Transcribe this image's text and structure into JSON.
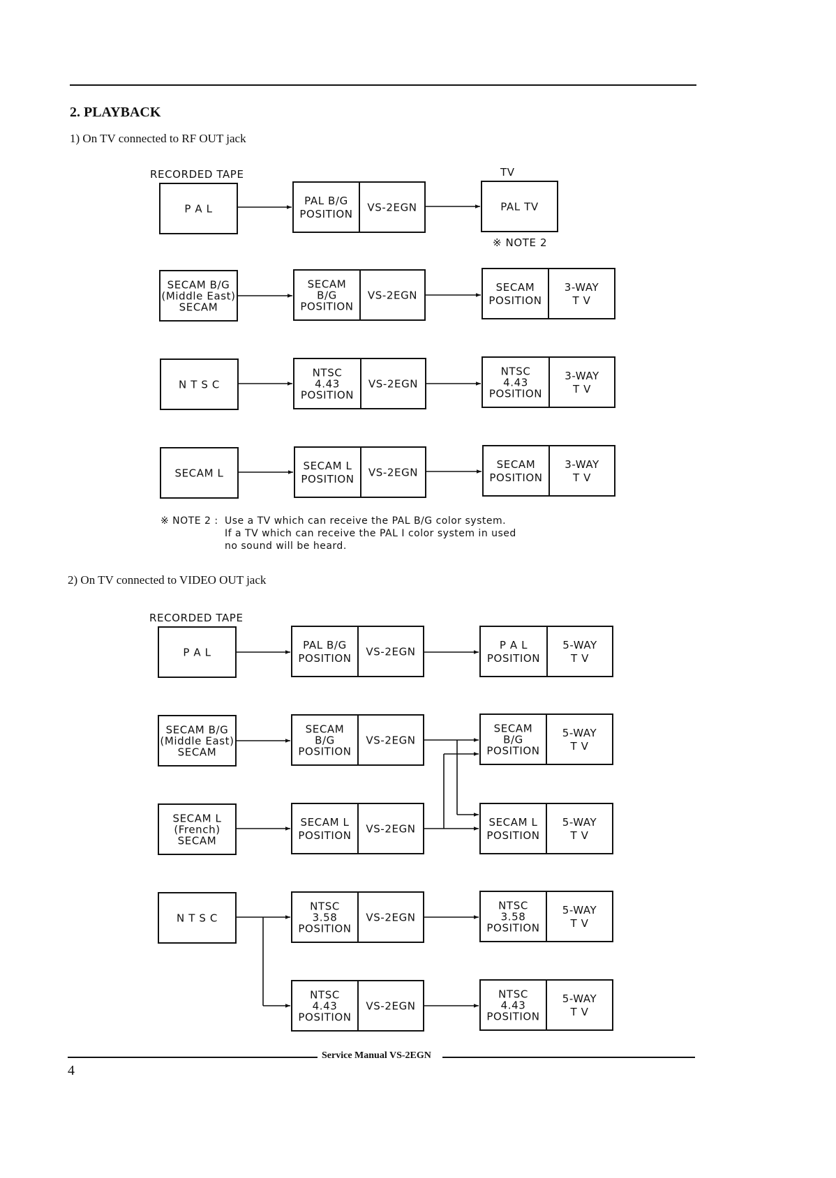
{
  "section_title": "2. PLAYBACK",
  "subsection_1": "1) On TV connected to RF OUT jack",
  "subsection_2": "2) On TV connected to VIDEO OUT jack",
  "labels": {
    "recorded_tape": "RECORDED TAPE",
    "tv": "TV",
    "note_ref": "※ NOTE 2"
  },
  "note": {
    "prefix": "※ NOTE 2 :",
    "lines": [
      "Use a TV which can receive the PAL B/G color system.",
      "If a TV which can receive the PAL I color system in used",
      "no sound will be heard."
    ]
  },
  "boxes": {
    "pal": [
      "P A L"
    ],
    "pal2": [
      "P A L"
    ],
    "secam_bg_src": [
      "SECAM B/G",
      "Middle East",
      "SECAM"
    ],
    "ntsc": [
      "N T S C"
    ],
    "ntsc2": [
      "N T S C"
    ],
    "secam_l": [
      "SECAM L"
    ],
    "secam_l_fr": [
      "SECAM L",
      "French",
      "SECAM"
    ],
    "pos_pal_bg": [
      "PAL B/G",
      "POSITION"
    ],
    "pos_secam_bg": [
      "SECAM",
      "B/G",
      "POSITION"
    ],
    "pos_ntsc443": [
      "NTSC",
      "4.43",
      "POSITION"
    ],
    "pos_ntsc358": [
      "NTSC",
      "3.58",
      "POSITION"
    ],
    "pos_secam_l": [
      "SECAM L",
      "POSITION"
    ],
    "vcr": [
      "VS-2EGN"
    ],
    "pal_tv": [
      "PAL  TV"
    ],
    "tv_secam_pos": [
      "SECAM",
      "POSITION"
    ],
    "tv_pal_pos": [
      "P A L",
      "POSITION"
    ],
    "tv_secam_bg_pos": [
      "SECAM",
      "B/G",
      "POSITION"
    ],
    "tv_secam_l_pos": [
      "SECAM L",
      "POSITION"
    ],
    "tv_ntsc358_pos": [
      "NTSC",
      "3.58",
      "POSITION"
    ],
    "tv_ntsc443_pos": [
      "NTSC",
      "4.43",
      "POSITION"
    ],
    "three_way_tv": [
      "3-WAY",
      "T V"
    ],
    "five_way_tv": [
      "5-WAY",
      "T V"
    ]
  },
  "footer": {
    "manual": "Service Manual VS-2EGN",
    "page_number": "4"
  }
}
